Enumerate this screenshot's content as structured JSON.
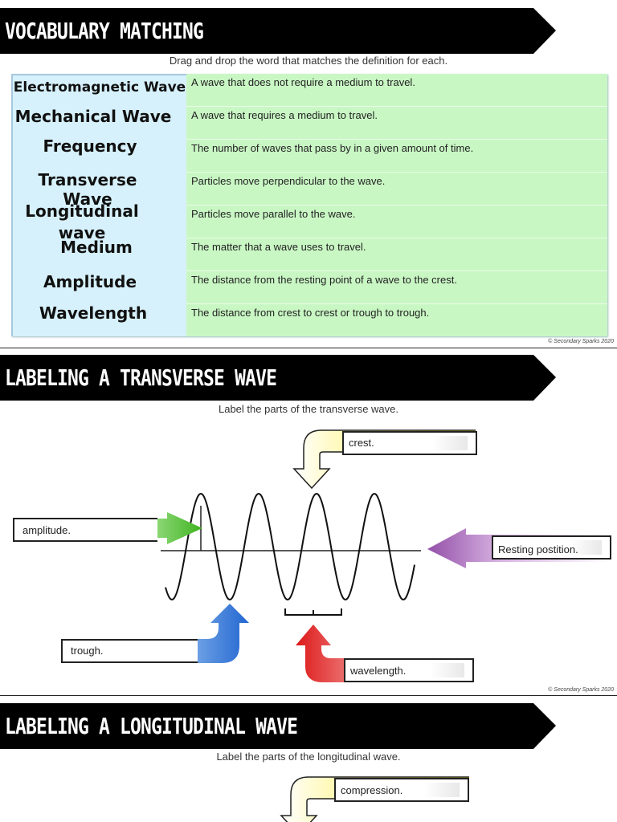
{
  "section1": {
    "title": "VOCABULARY MATCHING",
    "instructions": "Drag and drop the word that matches the definition for each.",
    "rows": [
      {
        "term": "Electromagnetic Wave",
        "definition": "A wave that does not require a medium to travel."
      },
      {
        "term": "Mechanical Wave",
        "definition": "A wave that requires a medium to travel."
      },
      {
        "term": "Frequency",
        "definition": "The number of waves that pass by in a given amount of time."
      },
      {
        "term": "Transverse Wave",
        "definition": "Particles move perpendicular to the wave."
      },
      {
        "term": "Longitudinal wave",
        "definition": "Particles move parallel to the wave."
      },
      {
        "term": "Medium",
        "definition": "The matter that a wave uses to travel."
      },
      {
        "term": "Amplitude",
        "definition": "The distance from the resting point of a wave to the crest."
      },
      {
        "term": "Wavelength",
        "definition": "The distance from crest to crest or trough to trough."
      }
    ],
    "copyright": "© Secondary Sparks 2020"
  },
  "section2": {
    "title": "LABELING A TRANSVERSE WAVE",
    "instructions": "Label the parts of the transverse wave.",
    "labels": {
      "crest": "crest.",
      "amplitude": "amplitude.",
      "resting": "Resting postition.",
      "trough": "trough.",
      "wavelength": "wavelength."
    },
    "copyright": "© Secondary Sparks 2020"
  },
  "section3": {
    "title": "LABELING A LONGITUDINAL WAVE",
    "instructions": "Label the parts of the longitudinal wave.",
    "labels": {
      "compression": "compression."
    }
  },
  "colors": {
    "banner": "#000000",
    "term_column": "#d6f1fb",
    "definition_column": "#c9f7c4",
    "arrow_yellow": "#ffe800",
    "arrow_green": "#5cc23a",
    "arrow_purple": "#a05ab0",
    "arrow_blue": "#2b78d8",
    "arrow_red": "#e02020"
  }
}
